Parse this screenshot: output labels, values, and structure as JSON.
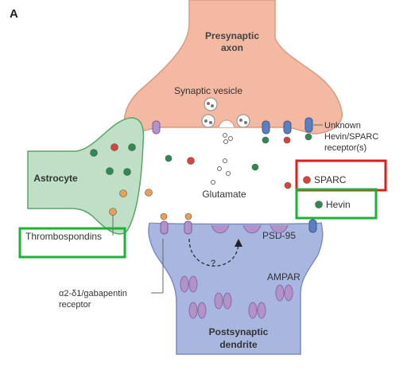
{
  "panel_label": "A",
  "labels": {
    "presynaptic_line1": "Presynaptic",
    "presynaptic_line2": "axon",
    "synaptic_vesicle": "Synaptic vesicle",
    "astrocyte": "Astrocyte",
    "glutamate": "Glutamate",
    "thrombospondins": "Thrombospondins",
    "unknown_line1": "Unknown",
    "unknown_line2": "Hevin/SPARC",
    "unknown_line3": "receptor(s)",
    "sparc": "SPARC",
    "hevin": "Hevin",
    "psd95": "PSD-95",
    "question": "?",
    "ampar": "AMPAR",
    "postsynaptic_line1": "Postsynaptic",
    "postsynaptic_line2": "dendrite",
    "a2d1_line1": "α2-δ1/gabapentin",
    "a2d1_line2": "receptor"
  },
  "colors": {
    "presynaptic_fill": "#f3b9a2",
    "presynaptic_stroke": "#d99a82",
    "astrocyte_fill": "#bfe0c6",
    "astrocyte_stroke": "#5aa468",
    "postsynaptic_fill": "#a8b6e0",
    "postsynaptic_stroke": "#7a8cc8",
    "receptor_purple": "#b293c8",
    "receptor_blue": "#5c7fc0",
    "sparc_red": "#d9433a",
    "hevin_green": "#2e8a52",
    "thrombospondin_orange": "#e8a052",
    "highlight_red": "#e21b1b",
    "highlight_green": "#1fb038"
  }
}
